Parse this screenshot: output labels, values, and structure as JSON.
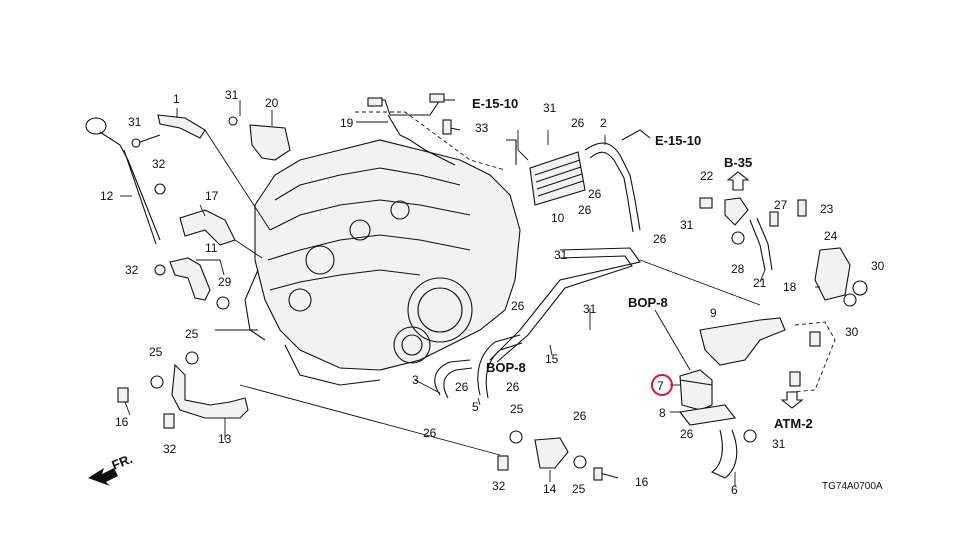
{
  "callouts": {
    "c1": "1",
    "c2": "2",
    "c3": "3",
    "c5": "5",
    "c6": "6",
    "c7": "7",
    "c8": "8",
    "c9": "9",
    "c10": "10",
    "c11": "11",
    "c12": "12",
    "c13": "13",
    "c14": "14",
    "c15": "15",
    "c16a": "16",
    "c16b": "16",
    "c17": "17",
    "c18": "18",
    "c19": "19",
    "c20": "20",
    "c21": "21",
    "c22": "22",
    "c23": "23",
    "c24": "24",
    "c25a": "25",
    "c25b": "25",
    "c25c": "25",
    "c25d": "25",
    "c26a": "26",
    "c26b": "26",
    "c26c": "26",
    "c26d": "26",
    "c26e": "26",
    "c26f": "26",
    "c26g": "26",
    "c26h": "26",
    "c26i": "26",
    "c27": "27",
    "c28": "28",
    "c29": "29",
    "c30a": "30",
    "c30b": "30",
    "c31a": "31",
    "c31b": "31",
    "c31c": "31",
    "c31d": "31",
    "c31e": "31",
    "c31f": "31",
    "c31g": "31",
    "c32a": "32",
    "c32b": "32",
    "c32c": "32",
    "c32d": "32",
    "c33": "33"
  },
  "references": {
    "e1510a": "E-15-10",
    "e1510b": "E-15-10",
    "b35": "B-35",
    "bop8a": "BOP-8",
    "bop8b": "BOP-8",
    "atm2": "ATM-2",
    "front": "FR."
  },
  "diagram_code": "TG74A0700A",
  "highlight_color": "#e0102a"
}
